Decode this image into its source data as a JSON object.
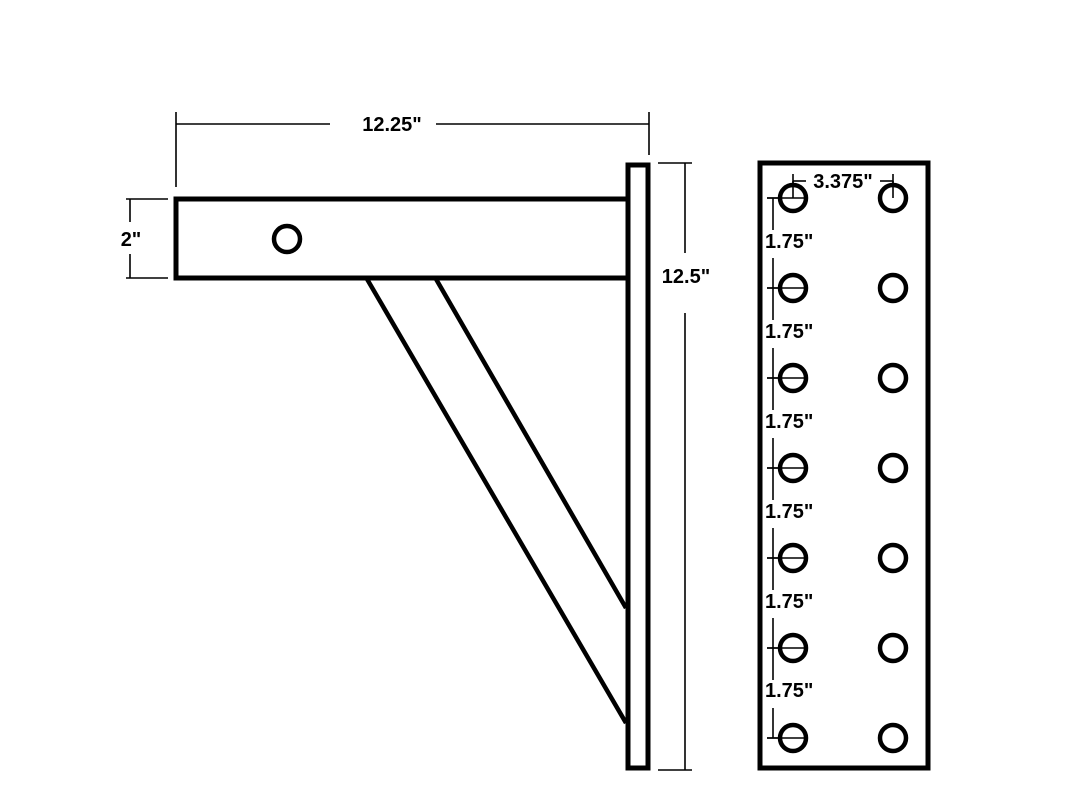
{
  "drawing": {
    "title": "Pintle hook mount plate dimensional drawing",
    "background": "#ffffff",
    "line_color": "#000000"
  },
  "side_view": {
    "overall_length_label": "12.25\"",
    "shank_height_label": "2\"",
    "plate_height_label": "12.5\"",
    "shank_hole_count": 1
  },
  "front_view": {
    "hole_spacing_horizontal_label": "3.375\"",
    "hole_spacing_vertical_labels": [
      "1.75\"",
      "1.75\"",
      "1.75\"",
      "1.75\"",
      "1.75\"",
      "1.75\""
    ],
    "hole_rows": 7,
    "hole_columns": 2
  }
}
